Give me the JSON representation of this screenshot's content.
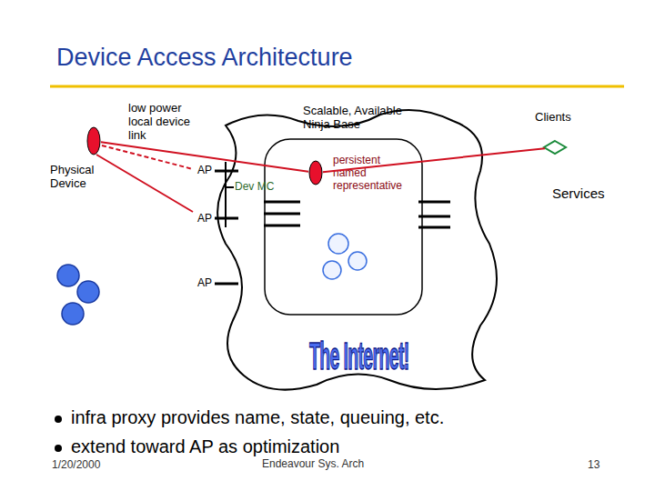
{
  "diagram": {
    "title": "Device Access Architecture",
    "nodes": [
      {
        "text": [
          "Physical Device"
        ]
      },
      {
        "text": [
          "The Internet!"
        ]
      },
      {
        "text": [
          "Scalable, Available Ninja Base"
        ],
        "in": 1
      },
      {
        "text": [
          "persistent named representative"
        ],
        "in": 2
      },
      {
        "text": [
          "Clients",
          "Services"
        ]
      }
    ],
    "edges": [
      {
        "from": 0,
        "to": 3,
        "arrow": "none"
      },
      {
        "from": 3,
        "to": 4,
        "arrow": "none"
      }
    ],
    "labels": [
      "low power local device link",
      "AP",
      "AP",
      "AP",
      "Dev MC",
      "infra proxy provides name, state, queuing, etc.",
      "extend toward AP as optimization",
      "1/20/2000",
      "Endeavour Sys. Arch",
      "13"
    ]
  }
}
